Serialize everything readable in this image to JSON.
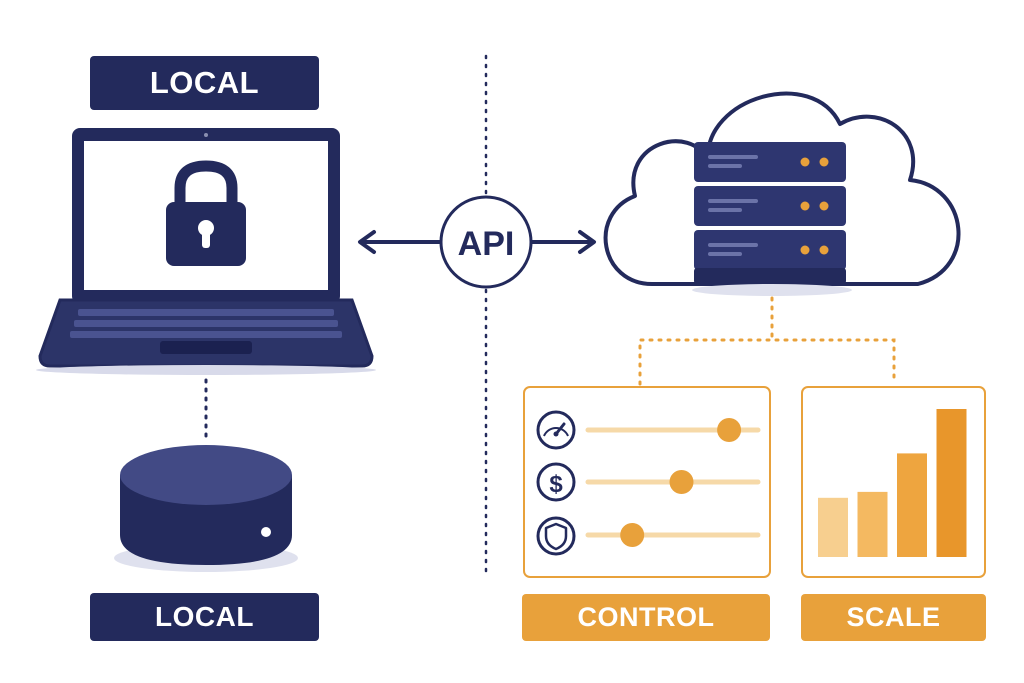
{
  "labels": {
    "local_top": "LOCAL",
    "local_bottom": "LOCAL",
    "api": "API",
    "control": "CONTROL",
    "scale": "SCALE"
  },
  "icons": {
    "laptop": "laptop-icon",
    "lock": "lock-icon",
    "database": "database-icon",
    "cloud": "cloud-icon",
    "server": "server-icon",
    "gauge": "gauge-icon",
    "dollar": "dollar-icon",
    "shield": "shield-icon",
    "bar_chart": "bar-chart-icon"
  },
  "controls": {
    "sliders": [
      {
        "icon": "gauge-icon",
        "level": 0.83
      },
      {
        "icon": "dollar-icon",
        "level": 0.55
      },
      {
        "icon": "shield-icon",
        "level": 0.26
      }
    ]
  },
  "scale_chart": {
    "values": [
      2,
      2.2,
      3.5,
      5.0
    ],
    "colors": [
      "#f7cf8f",
      "#f4b961",
      "#eea53f",
      "#e8962b"
    ]
  },
  "colors": {
    "navy": "#232a5c",
    "amber": "#e8a13b",
    "amber_light": "#f6d9a8"
  }
}
